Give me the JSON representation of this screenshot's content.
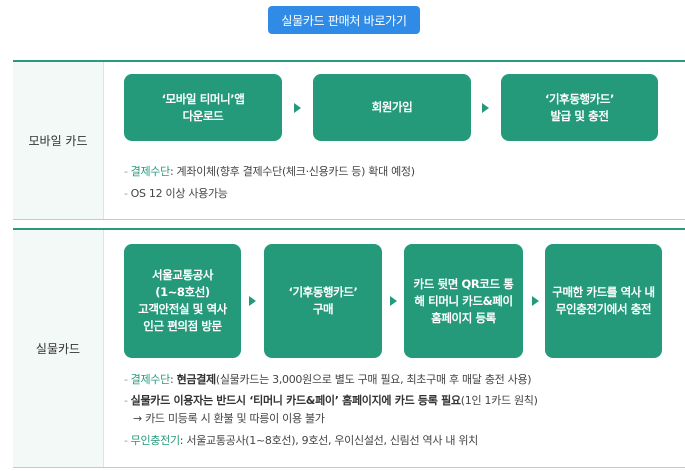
{
  "header": {
    "button_label": "실물카드 판매처 바로가기"
  },
  "mobile": {
    "label": "모바일 카드",
    "steps": [
      "‘모바일 티머니’앱\n다운로드",
      "회원가입",
      "‘기후동행카드’\n발급 및 충전"
    ],
    "notes": {
      "payment_key": "결제수단",
      "payment_text": ": 계좌이체(향후 결제수단(체크·신용카드 등) 확대 예정)",
      "os_text": "OS 12 이상 사용가능"
    }
  },
  "physical": {
    "label": "실물카드",
    "steps": [
      "서울교통공사\n(1~8호선)\n고객안전실 및 역사\n인근 편의점 방문",
      "‘기후동행카드’\n구매",
      "카드 뒷면 QR코드 통\n해 티머니 카드&페이\n홈페이지 등록",
      "구매한 카드를 역사 내\n무인충전기에서 충전"
    ],
    "notes": {
      "payment_key": "결제수단",
      "payment_colon": ": ",
      "payment_bold": "현금결제",
      "payment_rest": "(실물카드는 3,000원으로 별도 구매 필요, 최초구매 후 매달 충전 사용)",
      "register_bold": "실물카드 이용자는 반드시 ‘티머니 카드&페이’ 홈페이지에 카드 등록 필요",
      "register_rest": "(1인 1카드 원칙)",
      "register_sub": "→ 카드 미등록 시 환불 및 따릉이 이용 불가",
      "charger_key": "무인충전기",
      "charger_text": ": 서울교통공사(1~8호선), 9호선, 우이신설선, 신림선 역사 내 위치"
    }
  },
  "colors": {
    "accent": "#249a7b",
    "button": "#2f8be6"
  }
}
